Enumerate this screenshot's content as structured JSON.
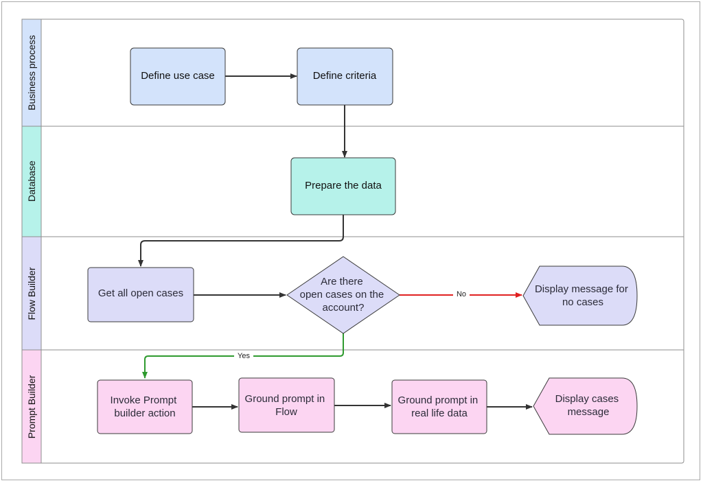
{
  "lanes": [
    {
      "label": "Business process",
      "color": "#d3e3fb"
    },
    {
      "label": "Database",
      "color": "#b6f2ea"
    },
    {
      "label": "Flow Builder",
      "color": "#dcdcf8"
    },
    {
      "label": "Prompt Builder",
      "color": "#fcd5f2"
    }
  ],
  "nodes": {
    "define_use_case": {
      "lines": [
        "Define use case"
      ]
    },
    "define_criteria": {
      "lines": [
        "Define criteria"
      ]
    },
    "prepare_data": {
      "lines": [
        "Prepare the data"
      ]
    },
    "get_open_cases": {
      "lines": [
        "Get all open cases"
      ]
    },
    "decision": {
      "lines": [
        "Are there",
        "open cases on the",
        "account?"
      ]
    },
    "display_no_cases": {
      "lines": [
        "Display message for",
        "no cases"
      ]
    },
    "invoke_prompt": {
      "lines": [
        "Invoke Prompt",
        "builder action"
      ]
    },
    "ground_flow": {
      "lines": [
        "Ground prompt in",
        "Flow"
      ]
    },
    "ground_real": {
      "lines": [
        "Ground prompt in",
        "real life data"
      ]
    },
    "display_cases": {
      "lines": [
        "Display cases",
        "message"
      ]
    }
  },
  "edges": {
    "no_label": "No",
    "yes_label": "Yes",
    "no_color": "#e02020",
    "yes_color": "#2e9a2e",
    "default_color": "#333333"
  },
  "colors": {
    "blue_fill": "#d3e3fb",
    "teal_fill": "#b6f2ea",
    "lavender_fill": "#dcdcf8",
    "pink_fill": "#fcd5f2",
    "stroke": "#3a3a3a"
  }
}
